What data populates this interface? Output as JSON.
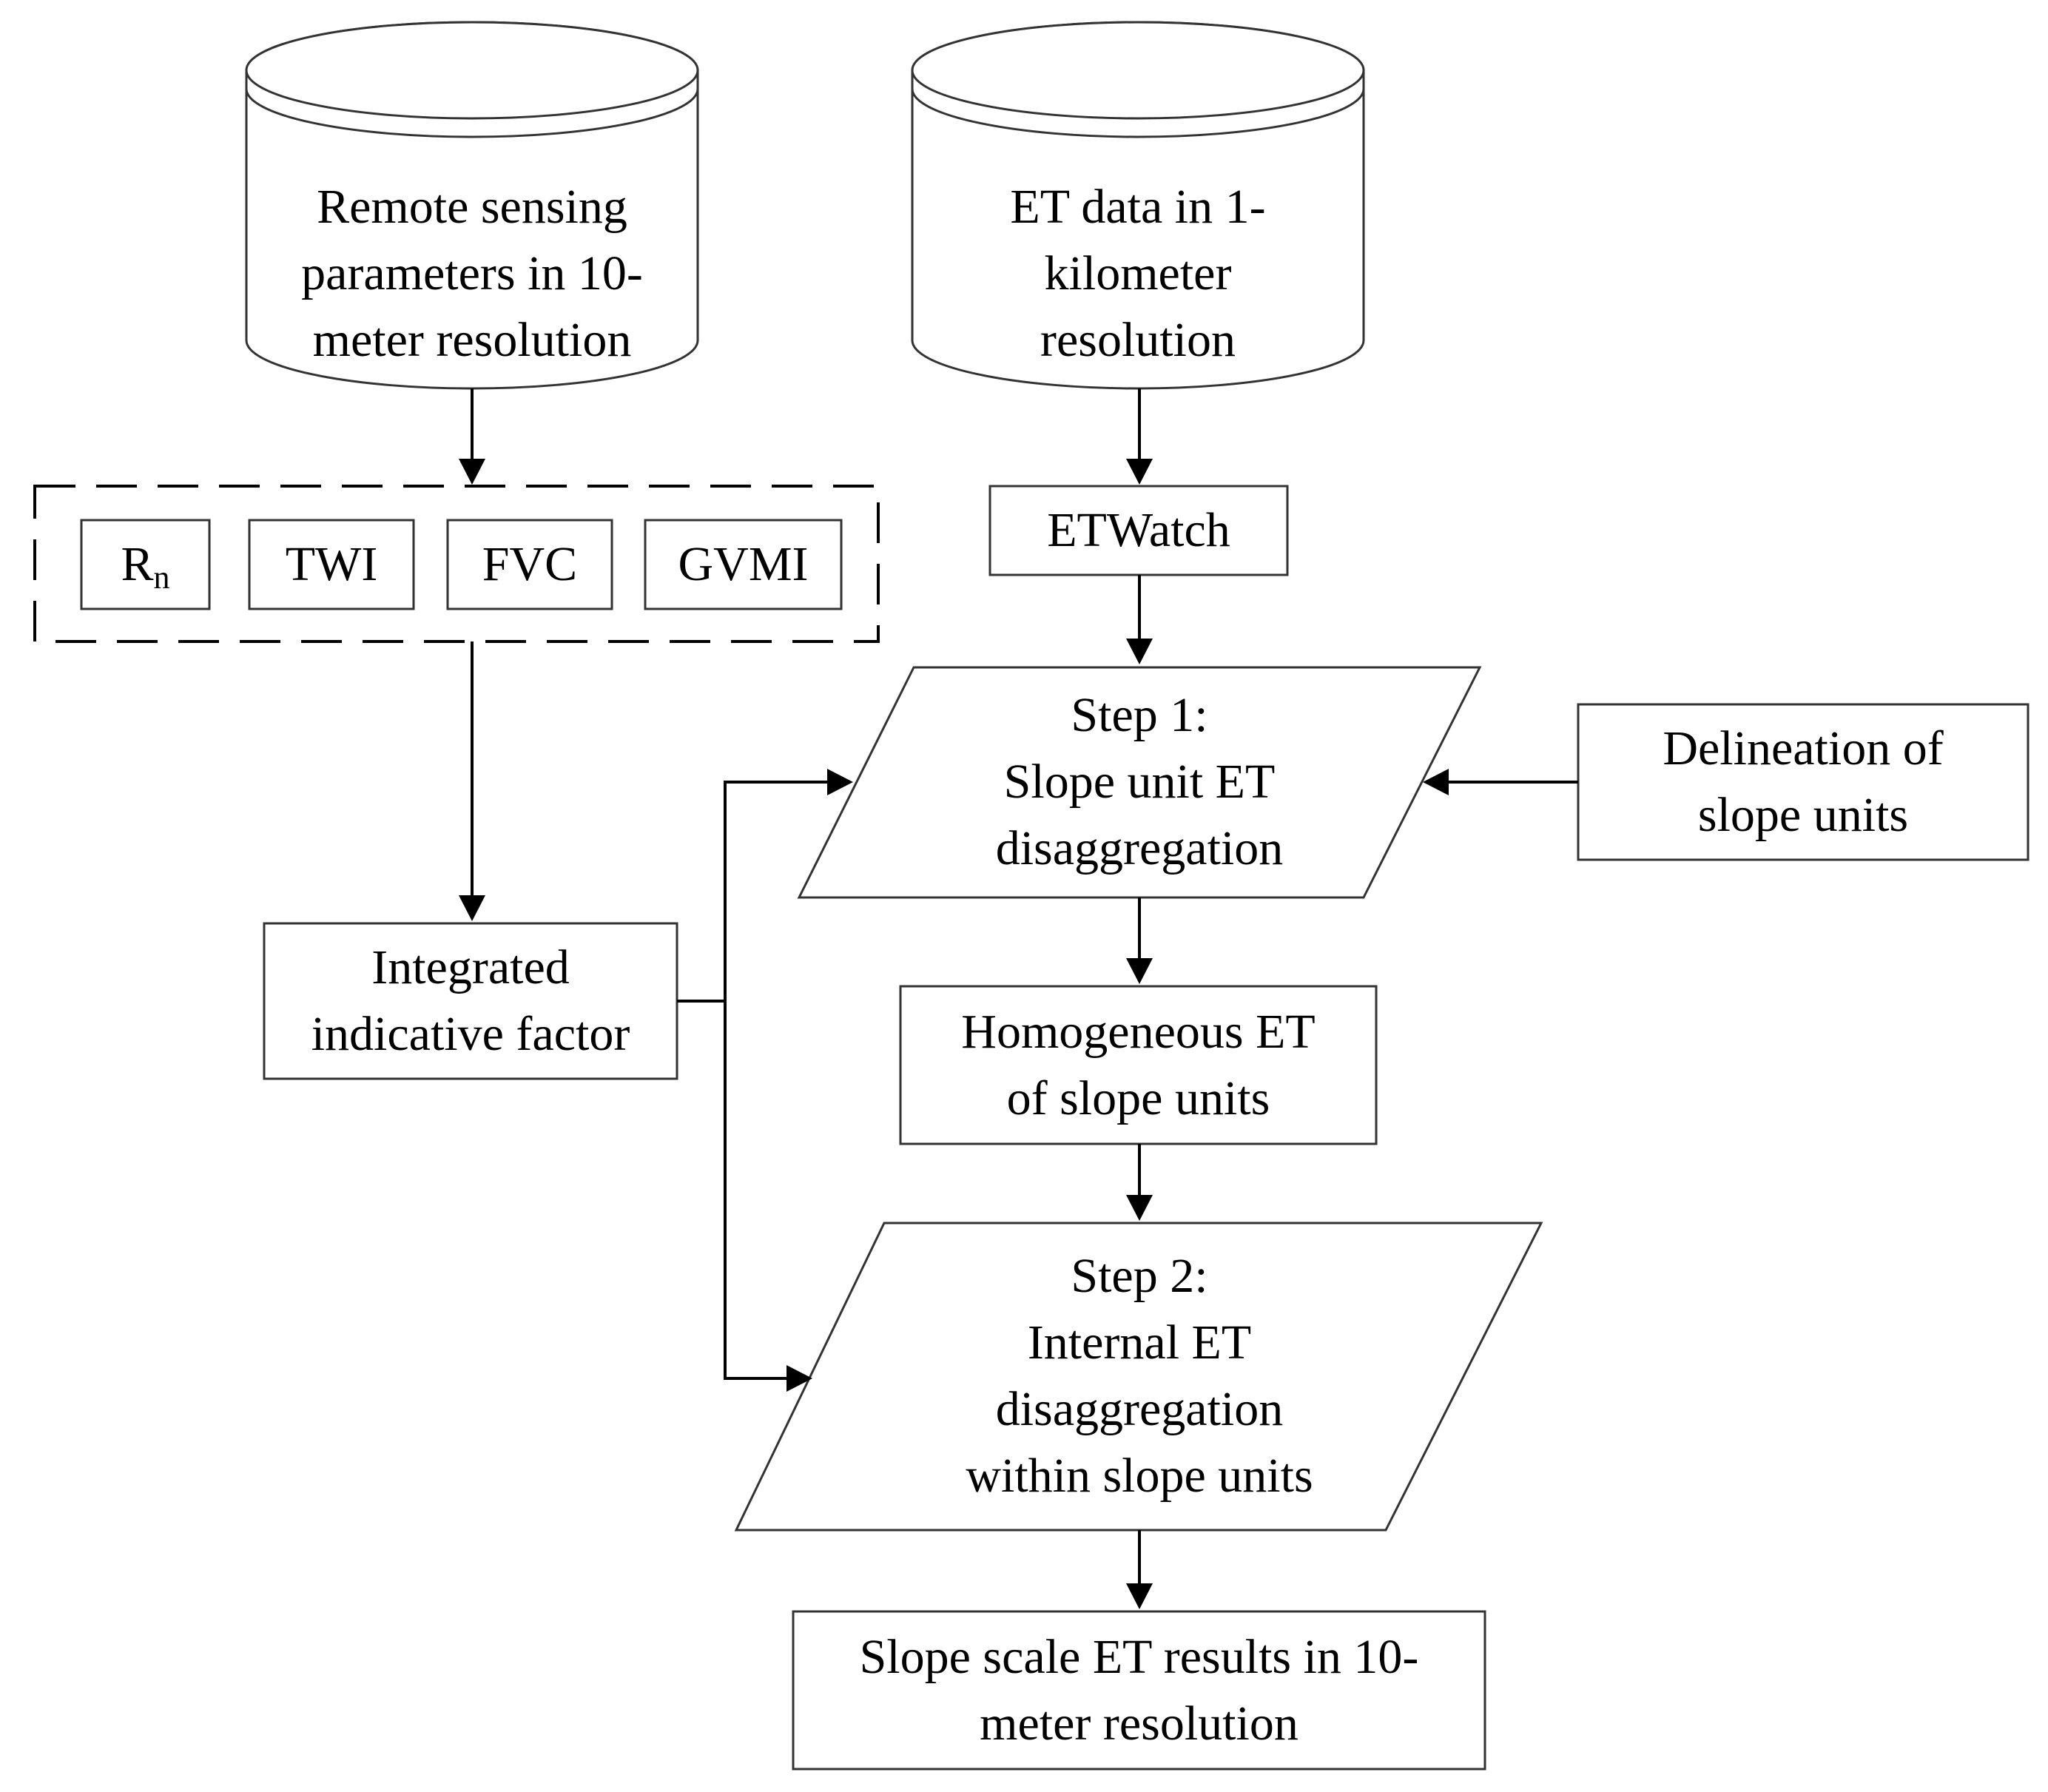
{
  "nodes": {
    "remote_sensing": "Remote sensing\nparameters in 10-\nmeter resolution",
    "et_data": "ET data in 1-\nkilometer\nresolution",
    "rn_main": "R",
    "rn_sub": "n",
    "twi": "TWI",
    "fvc": "FVC",
    "gvmi": "GVMI",
    "etwatch": "ETWatch",
    "step1": "Step 1:\nSlope unit ET\ndisaggregation",
    "delineation": "Delineation of\nslope units",
    "integrated": "Integrated\nindicative factor",
    "homogeneous": "Homogeneous ET\nof slope units",
    "step2": "Step 2:\nInternal ET\ndisaggregation\nwithin slope units",
    "result": "Slope scale ET results in 10-\nmeter resolution"
  }
}
